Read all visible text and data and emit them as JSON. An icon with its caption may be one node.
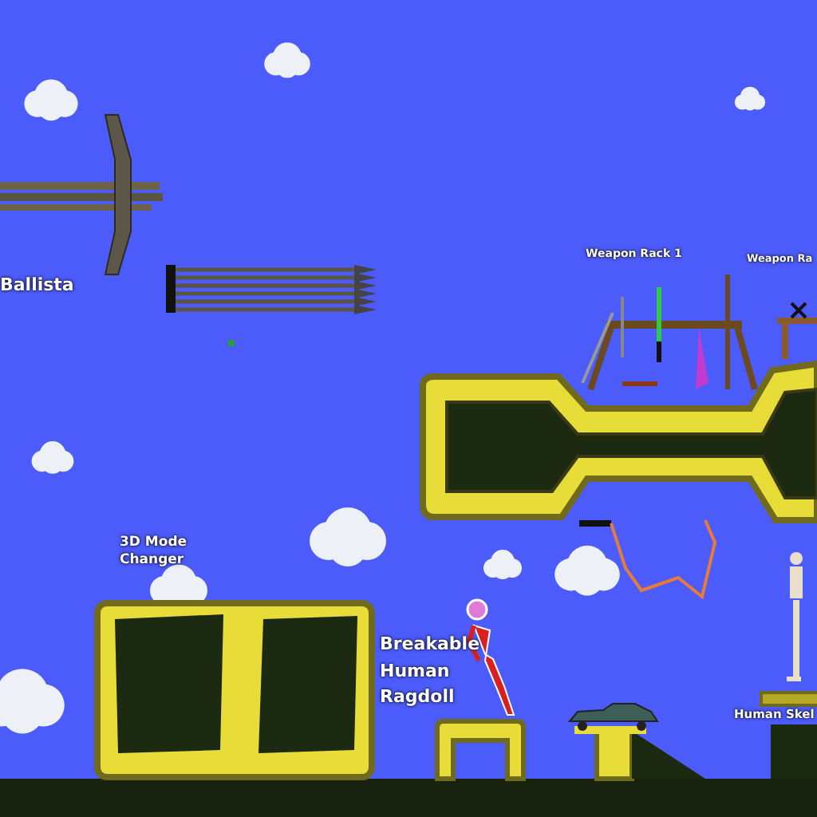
{
  "diagram": {
    "labels": [
      "Ballista",
      "Weapon Rack 1",
      "Weapon Ra",
      "3D Mode Changer",
      "Breakable Human Ragdoll",
      "Human Skel"
    ]
  }
}
